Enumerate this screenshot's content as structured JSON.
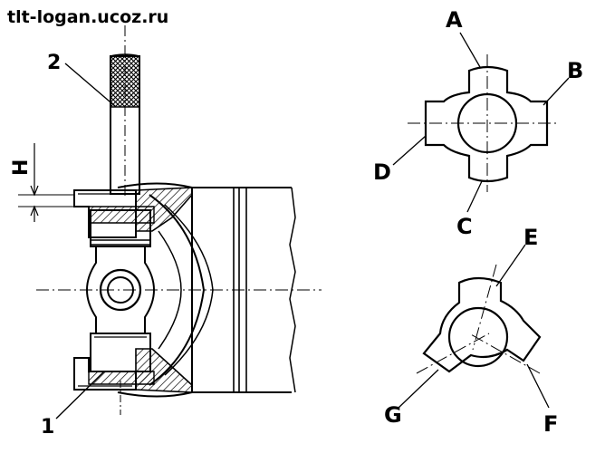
{
  "watermark": "tlt-logan.ucoz.ru",
  "labels": {
    "one": "1",
    "two": "2",
    "h": "H",
    "a": "A",
    "b": "B",
    "c": "C",
    "d": "D",
    "e": "E",
    "f": "F",
    "g": "G"
  }
}
